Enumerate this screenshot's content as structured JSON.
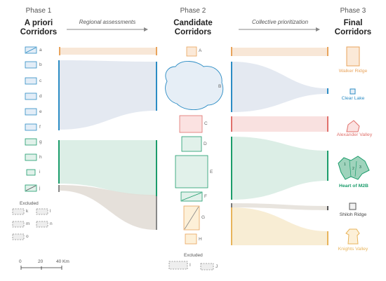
{
  "phases": [
    {
      "title": "Phase 1",
      "subtitle_line1": "A priori",
      "subtitle_line2": "Corridors"
    },
    {
      "title": "Phase 2",
      "subtitle_line1": "Candidate",
      "subtitle_line2": "Corridors"
    },
    {
      "title": "Phase 3",
      "subtitle_line1": "Final",
      "subtitle_line2": "Corridors"
    }
  ],
  "arrows": {
    "first": "Regional assessments",
    "second": "Collective prioritization"
  },
  "phase1": {
    "labels": [
      "a",
      "b",
      "c",
      "d",
      "e",
      "f",
      "g",
      "h",
      "i",
      "j"
    ],
    "excluded_title": "Excluded",
    "excluded_labels": [
      "k",
      "l",
      "m",
      "n",
      "o"
    ]
  },
  "phase2": {
    "labels": [
      "A",
      "B",
      "C",
      "D",
      "E",
      "F",
      "G",
      "H"
    ],
    "excluded_title": "Excluded",
    "excluded_labels": [
      "I",
      "J"
    ]
  },
  "phase3": {
    "corridors": [
      {
        "name": "Walker Ridge",
        "color": "#e8a35b"
      },
      {
        "name": "Clear Lake",
        "color": "#2b8cc4"
      },
      {
        "name": "Alexander Valley",
        "color": "#e0706b"
      },
      {
        "name": "Heart of M2B",
        "color": "#1b9c6b"
      },
      {
        "name": "Shiloh Ridge",
        "color": "#555555"
      },
      {
        "name": "Knights Valley",
        "color": "#e8b45b"
      }
    ],
    "heart_sub_labels": [
      "1",
      "2",
      "3"
    ]
  },
  "scale": {
    "ticks": [
      "0",
      "20",
      "40 Km"
    ]
  },
  "colors": {
    "orange": "#e8a35b",
    "blue": "#2b8cc4",
    "red": "#e0706b",
    "green": "#1b9c6b",
    "gray": "#777777",
    "yellow": "#e8b45b"
  }
}
